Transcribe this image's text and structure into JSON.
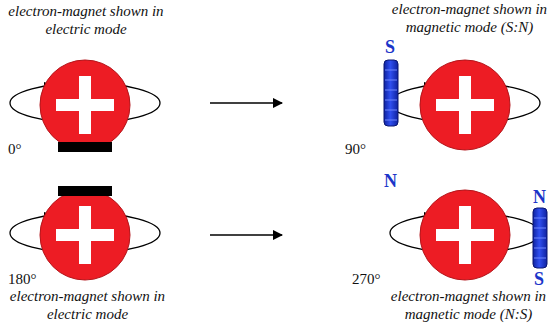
{
  "diagram": {
    "labels": [
      "electron-magnet shown in electric mode",
      "electron-magnet shown in magnetic mode (S:N)",
      "0°",
      "90°",
      "S",
      "N",
      "180°",
      "270°",
      "N",
      "S",
      "electron-magnet shown in electric mode",
      "electron-magnet shown in magnetic mode (N:S)"
    ]
  }
}
